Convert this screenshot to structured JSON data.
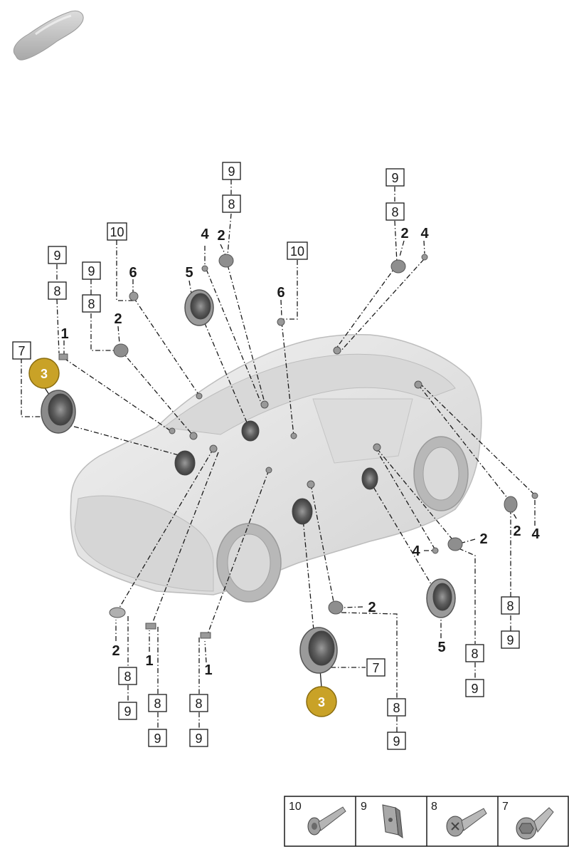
{
  "colors": {
    "badge_fill": "#c9a227",
    "badge_stroke": "#8a6d10",
    "car_body": "#e4e4e4",
    "car_shadow": "#c9c9c9",
    "part_dark": "#6e6e6e",
    "part_mid": "#a5a5a5"
  },
  "thumbnail": {
    "icon": "car-silhouette-icon"
  },
  "callouts": [
    {
      "id": "c-9a",
      "text": "9",
      "boxed": true
    },
    {
      "id": "c-8a",
      "text": "8",
      "boxed": true
    },
    {
      "id": "c-9b",
      "text": "9",
      "boxed": true
    },
    {
      "id": "c-8b",
      "text": "8",
      "boxed": true
    },
    {
      "id": "c-10a",
      "text": "10",
      "boxed": true
    },
    {
      "id": "c-4a",
      "text": "4",
      "boxed": false
    },
    {
      "id": "c-2a",
      "text": "2",
      "boxed": false
    },
    {
      "id": "c-10b",
      "text": "10",
      "boxed": true
    },
    {
      "id": "c-9c",
      "text": "9",
      "boxed": true
    },
    {
      "id": "c-8c",
      "text": "8",
      "boxed": true
    },
    {
      "id": "c-2b",
      "text": "2",
      "boxed": false
    },
    {
      "id": "c-4b",
      "text": "4",
      "boxed": false
    },
    {
      "id": "c-9d",
      "text": "9",
      "boxed": true
    },
    {
      "id": "c-8d",
      "text": "8",
      "boxed": true
    },
    {
      "id": "c-6a",
      "text": "6",
      "boxed": false
    },
    {
      "id": "c-5a",
      "text": "5",
      "boxed": false
    },
    {
      "id": "c-6b",
      "text": "6",
      "boxed": false
    },
    {
      "id": "c-1a",
      "text": "1",
      "boxed": false
    },
    {
      "id": "c-2c",
      "text": "2",
      "boxed": false
    },
    {
      "id": "c-7a",
      "text": "7",
      "boxed": true
    },
    {
      "id": "c-2d",
      "text": "2",
      "boxed": false
    },
    {
      "id": "c-4c",
      "text": "4",
      "boxed": false
    },
    {
      "id": "c-2e",
      "text": "2",
      "boxed": false
    },
    {
      "id": "c-4d",
      "text": "4",
      "boxed": false
    },
    {
      "id": "c-8e",
      "text": "8",
      "boxed": true
    },
    {
      "id": "c-9e",
      "text": "9",
      "boxed": true
    },
    {
      "id": "c-2f",
      "text": "2",
      "boxed": false
    },
    {
      "id": "c-5b",
      "text": "5",
      "boxed": false
    },
    {
      "id": "c-8f",
      "text": "8",
      "boxed": true
    },
    {
      "id": "c-9f",
      "text": "9",
      "boxed": true
    },
    {
      "id": "c-2g",
      "text": "2",
      "boxed": false
    },
    {
      "id": "c-8g",
      "text": "8",
      "boxed": true
    },
    {
      "id": "c-9g",
      "text": "9",
      "boxed": true
    },
    {
      "id": "c-1b",
      "text": "1",
      "boxed": false
    },
    {
      "id": "c-8h",
      "text": "8",
      "boxed": true
    },
    {
      "id": "c-9h",
      "text": "9",
      "boxed": true
    },
    {
      "id": "c-1c",
      "text": "1",
      "boxed": false
    },
    {
      "id": "c-8i",
      "text": "8",
      "boxed": true
    },
    {
      "id": "c-9i",
      "text": "9",
      "boxed": true
    },
    {
      "id": "c-7b",
      "text": "7",
      "boxed": true
    },
    {
      "id": "c-8j",
      "text": "8",
      "boxed": true
    },
    {
      "id": "c-9j",
      "text": "9",
      "boxed": true
    }
  ],
  "badges": [
    {
      "id": "b-3a",
      "text": "3"
    },
    {
      "id": "b-3b",
      "text": "3"
    }
  ],
  "legend": [
    {
      "number": "10",
      "icon": "flange-bolt-icon"
    },
    {
      "number": "9",
      "icon": "speed-nut-clip-icon"
    },
    {
      "number": "8",
      "icon": "torx-screw-icon"
    },
    {
      "number": "7",
      "icon": "hex-bolt-icon"
    }
  ]
}
